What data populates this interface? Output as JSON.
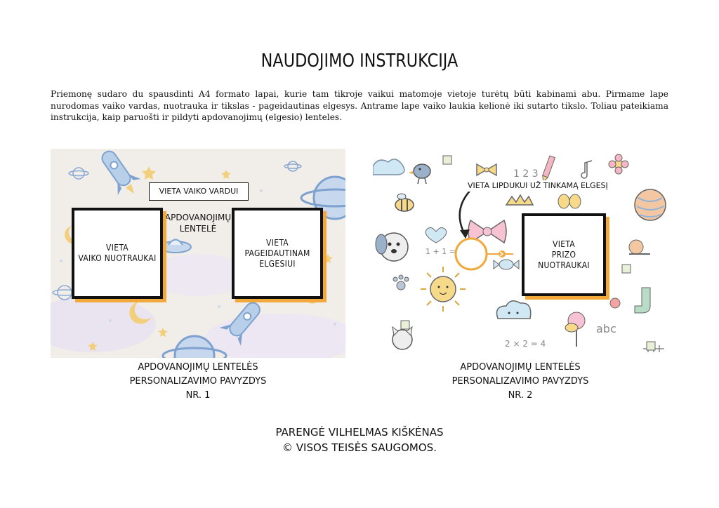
{
  "title": "NAUDOJIMO INSTRUKCIJA",
  "intro": "Priemonę sudaro du spausdinti A4 formato lapai, kurie tam tikroje vaikui matomoje vietoje turėtų būti kabinami abu. Pirmame lape nurodomas vaiko vardas, nuotrauka ir tikslas - pageidautinas elgesys. Antrame lape vaiko laukia kelionė iki sutarto tikslo. Toliau pateikiama instrukcija, kaip paruošti ir pildyti apdovanojimų (elgesio) lenteles.",
  "example1": {
    "name_label": "VIETA VAIKO VARDUI",
    "center_label_1": "APDOVANOJIMŲ",
    "center_label_2": "LENTELĖ",
    "photo_box_1": "VIETA",
    "photo_box_2": "VAIKO NUOTRAUKAI",
    "behavior_box_1": "VIETA",
    "behavior_box_2": "PAGEIDAUTINAM",
    "behavior_box_3": "ELGESIUI",
    "caption_1": "APDOVANOJIMŲ LENTELĖS",
    "caption_2": "PERSONALIZAVIMO PAVYZDYS",
    "caption_3": "NR. 1"
  },
  "example2": {
    "sticker_label": "VIETA LIPDUKUI UŽ TINKAMĄ ELGESĮ",
    "prize_box_1": "VIETA",
    "prize_box_2": "PRIZO",
    "prize_box_3": "NUOTRAUKAI",
    "doodle_text_1": "1 2 3",
    "doodle_text_2": "1 + 1 = 2",
    "doodle_text_3": "2 × 2 = 4",
    "doodle_text_4": "abc",
    "caption_1": "APDOVANOJIMŲ LENTELĖS",
    "caption_2": "PERSONALIZAVIMO PAVYZDYS",
    "caption_3": "NR. 2"
  },
  "footer": {
    "line1": "PARENGĖ VILHELMAS KIŠKĖNAS",
    "line2": "© VISOS TEISĖS SAUGOMOS."
  },
  "colors": {
    "accent_orange": "#f0a93a",
    "space_blue": "#9cbde3",
    "moon_yellow": "#f2cf7c",
    "panel1_bg": "#f1ede9"
  }
}
